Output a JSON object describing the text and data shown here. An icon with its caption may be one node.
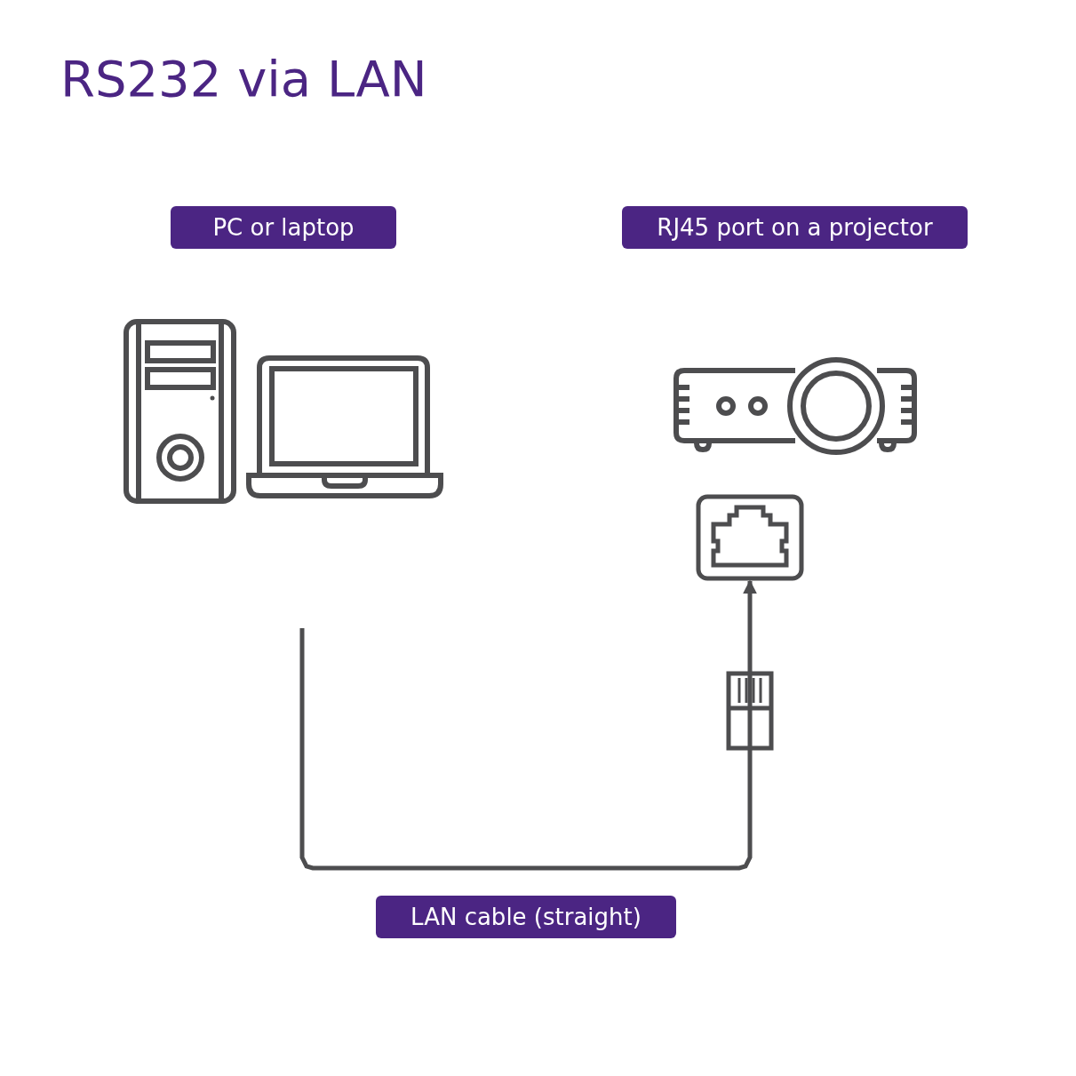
{
  "diagram": {
    "title": "RS232 via LAN",
    "nodes": [
      {
        "text": [
          "PC or laptop"
        ]
      },
      {
        "text": [
          "RJ45 port on a projector"
        ]
      },
      {
        "text": [],
        "shape": "picture"
      },
      {
        "text": [],
        "shape": "picture"
      },
      {
        "text": [
          "LAN cable (straight)"
        ]
      }
    ],
    "edges": [
      {
        "from": null,
        "to": 3,
        "arrow": "none"
      },
      {
        "from": 3,
        "to": 2,
        "arrow": "to"
      }
    ]
  }
}
